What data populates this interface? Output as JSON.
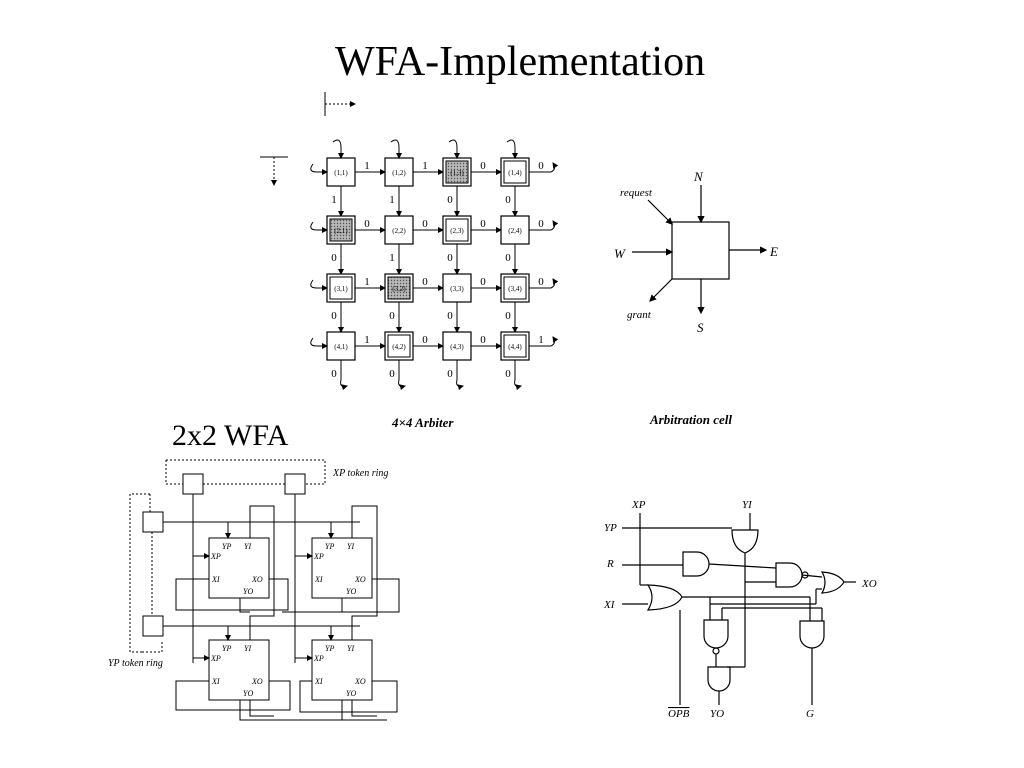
{
  "title": "WFA-Implementation",
  "subtitle": "2x2 WFA",
  "arbiter": {
    "caption": "4×4 Arbiter",
    "cells": [
      [
        "(1,1)",
        "(1,2)",
        "(1,3)",
        "(1,4)"
      ],
      [
        "(2,1)",
        "(2,2)",
        "(2,3)",
        "(2,4)"
      ],
      [
        "(3,1)",
        "(3,2)",
        "(3,3)",
        "(3,4)"
      ],
      [
        "(4,1)",
        "(4,2)",
        "(4,3)",
        "(4,4)"
      ]
    ],
    "shaded": [
      "(1,3)",
      "(2,1)",
      "(3,2)"
    ],
    "double_border": [
      "(1,3)",
      "(1,4)",
      "(2,1)",
      "(2,3)",
      "(3,1)",
      "(3,2)",
      "(3,4)",
      "(4,2)",
      "(4,4)"
    ],
    "east_signals": [
      [
        "1",
        "1",
        "0",
        "0"
      ],
      [
        "0",
        "0",
        "0",
        "0"
      ],
      [
        "1",
        "0",
        "0",
        "0"
      ],
      [
        "1",
        "0",
        "0",
        "1"
      ]
    ],
    "south_signals": [
      [
        "1",
        "1",
        "0",
        "0"
      ],
      [
        "0",
        "1",
        "0",
        "0"
      ],
      [
        "0",
        "0",
        "0",
        "0"
      ],
      [
        "0",
        "0",
        "0",
        "0"
      ]
    ]
  },
  "arbitration_cell": {
    "caption": "Arbitration cell",
    "labels": {
      "north": "N",
      "south": "S",
      "east": "E",
      "west": "W",
      "request": "request",
      "grant": "grant"
    }
  },
  "wfa_2x2": {
    "xp_ring_label": "XP  token  ring",
    "yp_ring_label": "YP  token  ring",
    "port_labels": {
      "yp": "YP",
      "yi": "YI",
      "xp": "XP",
      "xi": "XI",
      "xo": "XO",
      "yo": "YO"
    }
  },
  "logic_circuit": {
    "inputs": {
      "xp": "XP",
      "yi": "YI",
      "yp": "YP",
      "r": "R",
      "xi": "XI"
    },
    "outputs": {
      "xo": "XO",
      "opb": "OPB",
      "yo": "YO",
      "g": "G"
    }
  }
}
